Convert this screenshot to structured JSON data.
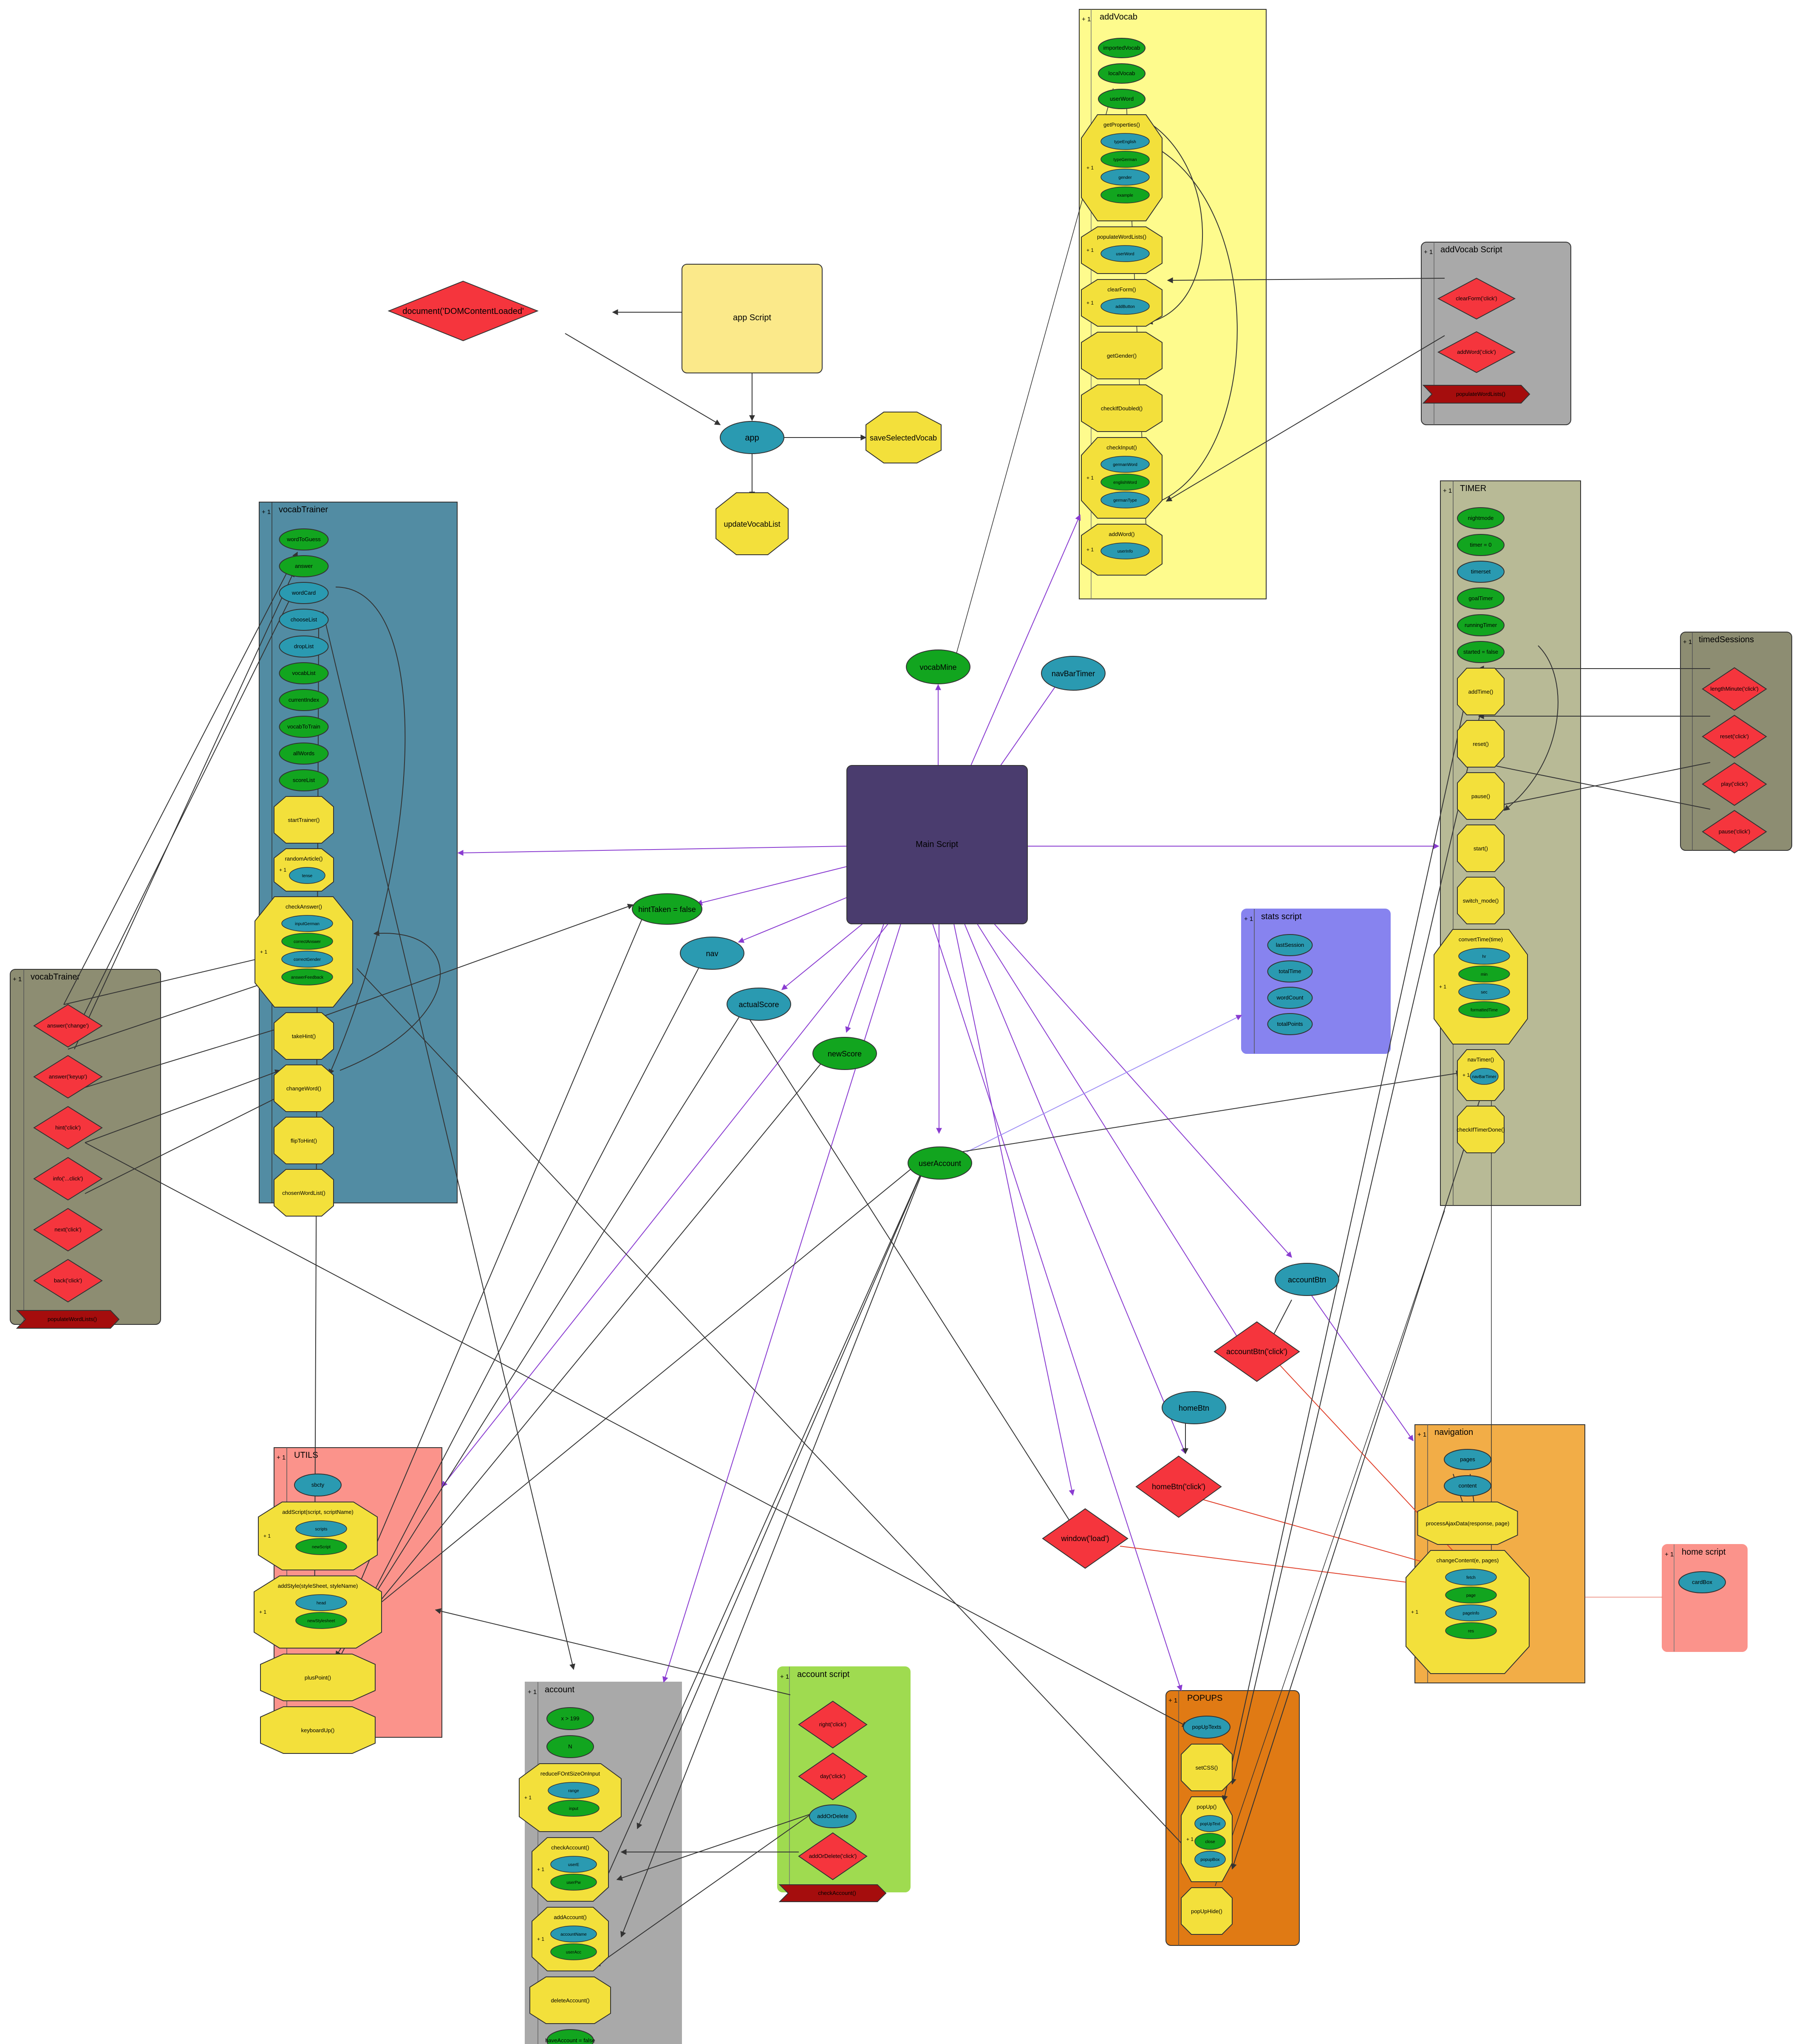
{
  "colors": {
    "main": "#4a3c6e",
    "app": "#fbe98a",
    "green": "#12a51f",
    "teal": "#2a9ab1",
    "yellow": "#f3e03b",
    "red": "#f5353d",
    "darkred": "#a50d0d",
    "edge_black": "#333333",
    "edge_purple": "#8a3cd1",
    "edge_red": "#e0402a",
    "edge_lav": "#9f8ff5"
  },
  "title_main": "Main Script",
  "title_app": "app Script",
  "collapse_label": "+ 1",
  "nodes": {
    "main": {
      "label": "Main Script"
    },
    "appScript": {
      "label": "app Script"
    },
    "docLoaded": {
      "label": "document('DOMContentLoaded'"
    },
    "app": {
      "label": "app"
    },
    "saveSel": {
      "label": "saveSelectedVocab"
    },
    "updateList": {
      "label": "updateVocabList"
    },
    "vocabMine": {
      "label": "vocabMine"
    },
    "navBarTimer": {
      "label": "navBarTimer"
    },
    "hintTaken": {
      "label": "hintTaken = false"
    },
    "nav": {
      "label": "nav"
    },
    "actualScore": {
      "label": "actualScore"
    },
    "newScore": {
      "label": "newScore"
    },
    "userAccount": {
      "label": "userAccount"
    },
    "accountBtn": {
      "label": "accountBtn"
    },
    "accountBtnClick": {
      "label": "accountBtn('click')"
    },
    "homeBtn": {
      "label": "homeBtn"
    },
    "homeBtnClick": {
      "label": "homeBtn('click')"
    },
    "windowLoad": {
      "label": "window('load')"
    }
  },
  "clusters": [
    {
      "id": "addVocab",
      "title": "addVocab",
      "items": [
        {
          "label": "importedVocab",
          "shape": "ellipse",
          "color": "green"
        },
        {
          "label": "localVocab",
          "shape": "ellipse",
          "color": "green"
        },
        {
          "label": "userWord",
          "shape": "ellipse",
          "color": "green"
        },
        {
          "label": "getProperties()",
          "shape": "octagon",
          "children": [
            "typeEnglish",
            "typeGerman",
            "gender",
            "example"
          ]
        },
        {
          "label": "populateWordLists()",
          "shape": "octagon",
          "children": [
            "userWord"
          ]
        },
        {
          "label": "clearForm()",
          "shape": "octagon",
          "children": [
            "addButton"
          ]
        },
        {
          "label": "getGender()",
          "shape": "octagon"
        },
        {
          "label": "checkIfDoubled()",
          "shape": "octagon"
        },
        {
          "label": "checkInput()",
          "shape": "octagon",
          "children": [
            "germanWord",
            "englishWord",
            "germanType"
          ]
        },
        {
          "label": "addWord()",
          "shape": "octagon",
          "children": [
            "userInfo"
          ]
        }
      ]
    },
    {
      "id": "addVocabScript",
      "title": "addVocab Script",
      "items": [
        {
          "label": "clearForm('click')",
          "shape": "diamond"
        },
        {
          "label": "addWord('click')",
          "shape": "diamond"
        },
        {
          "label": "populateWordLists()",
          "shape": "flag"
        }
      ]
    },
    {
      "id": "vocabTrainerMain",
      "title": "vocabTrainer",
      "items": [
        {
          "label": "wordToGuess",
          "shape": "ellipse",
          "color": "green"
        },
        {
          "label": "answer",
          "shape": "ellipse",
          "color": "green"
        },
        {
          "label": "wordCard",
          "shape": "ellipse",
          "color": "teal"
        },
        {
          "label": "chooseList",
          "shape": "ellipse",
          "color": "teal"
        },
        {
          "label": "dropList",
          "shape": "ellipse",
          "color": "teal"
        },
        {
          "label": "vocabList",
          "shape": "ellipse",
          "color": "green"
        },
        {
          "label": "currentIndex",
          "shape": "ellipse",
          "color": "green"
        },
        {
          "label": "vocabToTrain",
          "shape": "ellipse",
          "color": "green"
        },
        {
          "label": "allWords",
          "shape": "ellipse",
          "color": "green"
        },
        {
          "label": "scoreList",
          "shape": "ellipse",
          "color": "green"
        },
        {
          "label": "startTrainer()",
          "shape": "octagon"
        },
        {
          "label": "randomArticle()",
          "shape": "octagon",
          "children": [
            "tense"
          ]
        },
        {
          "label": "checkAnswer()",
          "shape": "octagon",
          "children": [
            "inputGerman",
            "correctAnswer",
            "correctGender",
            "answerFeedback"
          ]
        },
        {
          "label": "takeHint()",
          "shape": "octagon"
        },
        {
          "label": "changeWord()",
          "shape": "octagon"
        },
        {
          "label": "flipToHint()",
          "shape": "octagon"
        },
        {
          "label": "chosenWordList()",
          "shape": "octagon"
        }
      ]
    },
    {
      "id": "vocabTrainerScript",
      "title": "vocabTrainer",
      "items": [
        {
          "label": "answer('change')",
          "shape": "diamond"
        },
        {
          "label": "answer('keyup')",
          "shape": "diamond"
        },
        {
          "label": "hint('click')",
          "shape": "diamond"
        },
        {
          "label": "info('...click')",
          "shape": "diamond"
        },
        {
          "label": "next('click')",
          "shape": "diamond"
        },
        {
          "label": "back('click')",
          "shape": "diamond"
        },
        {
          "label": "populateWordLists()",
          "shape": "flag"
        }
      ]
    },
    {
      "id": "timer",
      "title": "TIMER",
      "items": [
        {
          "label": "nightmode",
          "shape": "ellipse",
          "color": "green"
        },
        {
          "label": "timer = 0",
          "shape": "ellipse",
          "color": "green"
        },
        {
          "label": "timerset",
          "shape": "ellipse",
          "color": "teal"
        },
        {
          "label": "goalTimer",
          "shape": "ellipse",
          "color": "green"
        },
        {
          "label": "runningTimer",
          "shape": "ellipse",
          "color": "green"
        },
        {
          "label": "started = false",
          "shape": "ellipse",
          "color": "green"
        },
        {
          "label": "addTime()",
          "shape": "octagon"
        },
        {
          "label": "reset()",
          "shape": "octagon"
        },
        {
          "label": "pause()",
          "shape": "octagon"
        },
        {
          "label": "start()",
          "shape": "octagon"
        },
        {
          "label": "switch_mode()",
          "shape": "octagon"
        },
        {
          "label": "convertTime(time)",
          "shape": "octagon",
          "children": [
            "hr",
            "min",
            "sec",
            "formattedTime"
          ]
        },
        {
          "label": "navTimer()",
          "shape": "octagon",
          "children": [
            "navBarTimer"
          ]
        },
        {
          "label": "checkIfTimerDone()",
          "shape": "octagon"
        }
      ]
    },
    {
      "id": "timedSessions",
      "title": "timedSessions",
      "items": [
        {
          "label": "lengthMinute('click')",
          "shape": "diamond"
        },
        {
          "label": "reset('click')",
          "shape": "diamond"
        },
        {
          "label": "play('click')",
          "shape": "diamond"
        },
        {
          "label": "pause('click')",
          "shape": "diamond"
        }
      ]
    },
    {
      "id": "stats",
      "title": "stats script",
      "items": [
        {
          "label": "lastSession",
          "shape": "ellipse",
          "color": "teal"
        },
        {
          "label": "totalTime",
          "shape": "ellipse",
          "color": "teal"
        },
        {
          "label": "wordCount",
          "shape": "ellipse",
          "color": "teal"
        },
        {
          "label": "totalPoints",
          "shape": "ellipse",
          "color": "teal"
        }
      ]
    },
    {
      "id": "navigation",
      "title": "navigation",
      "items": [
        {
          "label": "pages",
          "shape": "ellipse",
          "color": "teal"
        },
        {
          "label": "content",
          "shape": "ellipse",
          "color": "teal"
        },
        {
          "label": "processAjaxData(response, page)",
          "shape": "octagon"
        },
        {
          "label": "changeContent(e, pages)",
          "shape": "octagon",
          "children": [
            "fetch",
            "page",
            "pageInfo",
            "res"
          ]
        }
      ]
    },
    {
      "id": "home",
      "title": "home script",
      "items": [
        {
          "label": "cardBox",
          "shape": "ellipse",
          "color": "teal"
        }
      ]
    },
    {
      "id": "utils",
      "title": "UTILS",
      "items": [
        {
          "label": "sbcty",
          "shape": "ellipse",
          "color": "teal"
        },
        {
          "label": "addScript(script, scriptName)",
          "shape": "octagon",
          "children": [
            "scripts",
            "newScript"
          ]
        },
        {
          "label": "addStyle(styleSheet, styleName)",
          "shape": "octagon",
          "children": [
            "head",
            "newStylesheet"
          ]
        },
        {
          "label": "plusPoint()",
          "shape": "octagon"
        },
        {
          "label": "keyboardUp()",
          "shape": "octagon"
        }
      ]
    },
    {
      "id": "account",
      "title": "account",
      "items": [
        {
          "label": "x > 199",
          "shape": "ellipse",
          "color": "green"
        },
        {
          "label": "N",
          "shape": "ellipse",
          "color": "green"
        },
        {
          "label": "reduceFOntSizeOnInput",
          "shape": "octagon",
          "children": [
            "range",
            "input"
          ]
        },
        {
          "label": "checkAccount()",
          "shape": "octagon",
          "children": [
            "userE",
            "userPw"
          ]
        },
        {
          "label": "addAccount()",
          "shape": "octagon",
          "children": [
            "accountName",
            "userAcc"
          ]
        },
        {
          "label": "deleteAccount()",
          "shape": "octagon"
        },
        {
          "label": "haveAccount = false",
          "shape": "ellipse",
          "color": "green"
        }
      ]
    },
    {
      "id": "accountScript",
      "title": "account script",
      "items": [
        {
          "label": "right('click')",
          "shape": "diamond"
        },
        {
          "label": "day('click')",
          "shape": "diamond"
        },
        {
          "label": "addOrDelete",
          "shape": "ellipse",
          "color": "teal"
        },
        {
          "label": "addOrDelete('click')",
          "shape": "diamond"
        },
        {
          "label": "checkAccount()",
          "shape": "flag"
        }
      ]
    },
    {
      "id": "popups",
      "title": "POPUPS",
      "items": [
        {
          "label": "popUpTexts",
          "shape": "ellipse",
          "color": "teal"
        },
        {
          "label": "setCSS()",
          "shape": "octagon"
        },
        {
          "label": "popUp()",
          "shape": "octagon",
          "children": [
            "popUpText",
            "close",
            "popupBox"
          ]
        },
        {
          "label": "popUpHide()",
          "shape": "octagon"
        }
      ]
    }
  ]
}
